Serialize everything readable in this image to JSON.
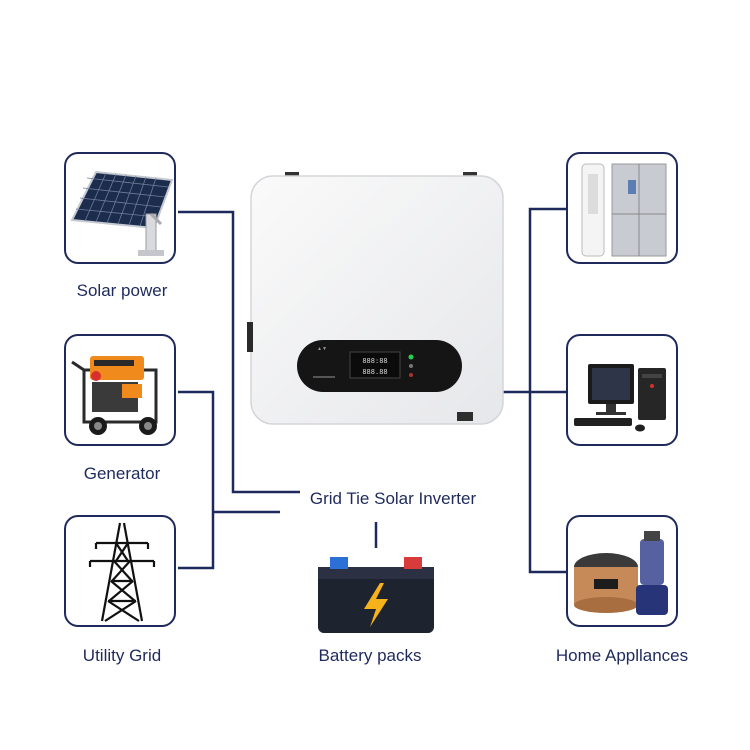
{
  "center": {
    "inverter_label": "Grid Tie Solar Inverter",
    "battery_label": "Battery packs"
  },
  "inputs": [
    {
      "label": "Solar power",
      "icon": "solar-panel-icon"
    },
    {
      "label": "Generator",
      "icon": "generator-icon"
    },
    {
      "label": "Utility Grid",
      "icon": "power-tower-icon"
    }
  ],
  "outputs": [
    {
      "label": "",
      "icon": "air-conditioner-refrigerator-icon"
    },
    {
      "label": "",
      "icon": "desktop-computer-icon"
    },
    {
      "label": "Home Appllances",
      "icon": "rice-cooker-blender-icon"
    }
  ],
  "colors": {
    "line": "#1f2a5c",
    "text": "#1f2a5c",
    "battery_body": "#1e2330",
    "bolt": "#f5b21a"
  }
}
